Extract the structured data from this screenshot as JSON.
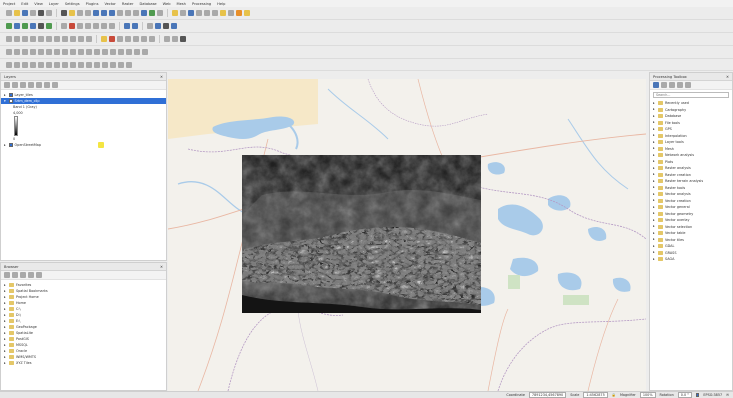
{
  "menubar": [
    "Project",
    "Edit",
    "View",
    "Layer",
    "Settings",
    "Plugins",
    "Vector",
    "Raster",
    "Database",
    "Web",
    "Mesh",
    "Processing",
    "Help"
  ],
  "layers_panel": {
    "title": "Layers",
    "items": [
      {
        "label": "Layer_tiles",
        "checked": true,
        "selected": false
      },
      {
        "label": "Srtm_dem_clip",
        "checked": true,
        "selected": true
      },
      {
        "label": "Band 1 (Gray)",
        "checked": false,
        "selected": false
      },
      {
        "label": "4,000",
        "checked": false,
        "selected": false
      },
      {
        "label": "0",
        "checked": false,
        "selected": false
      },
      {
        "label": "OpenStreetMap",
        "checked": true,
        "selected": false
      }
    ]
  },
  "browser_panel": {
    "title": "Browser",
    "items": [
      "Favorites",
      "Spatial Bookmarks",
      "Project Home",
      "Home",
      "C:\\",
      "D:\\",
      "E:\\",
      "GeoPackage",
      "SpatiaLite",
      "PostGIS",
      "MSSQL",
      "Oracle",
      "WMS/WMTS",
      "XYZ Tiles"
    ]
  },
  "toolbox_panel": {
    "title": "Processing Toolbox",
    "search_placeholder": "Search...",
    "items": [
      "Recently used",
      "Cartography",
      "Database",
      "File tools",
      "GPS",
      "Interpolation",
      "Layer tools",
      "Mesh",
      "Network analysis",
      "Plots",
      "Raster analysis",
      "Raster creation",
      "Raster terrain analysis",
      "Raster tools",
      "Vector analysis",
      "Vector creation",
      "Vector general",
      "Vector geometry",
      "Vector overlay",
      "Vector selection",
      "Vector table",
      "Vector tiles",
      "GDAL",
      "GRASS",
      "SAGA"
    ]
  },
  "status_bar": {
    "coordinate_label": "Coordinate",
    "coordinate": "7891234,4567890",
    "scale_label": "Scale",
    "scale": "1:4562875",
    "magnifier_label": "Magnifier",
    "magnifier": "100%",
    "rotation_label": "Rotation",
    "rotation": "0.0 °",
    "crs": "EPSG:3857"
  },
  "colors": {
    "selection": "#2f6fd6",
    "map_water": "#a9cbe9",
    "map_land": "#f3f1ec",
    "map_park": "#cfe3c4",
    "dem_high": "#ffffff",
    "dem_low": "#000000"
  }
}
